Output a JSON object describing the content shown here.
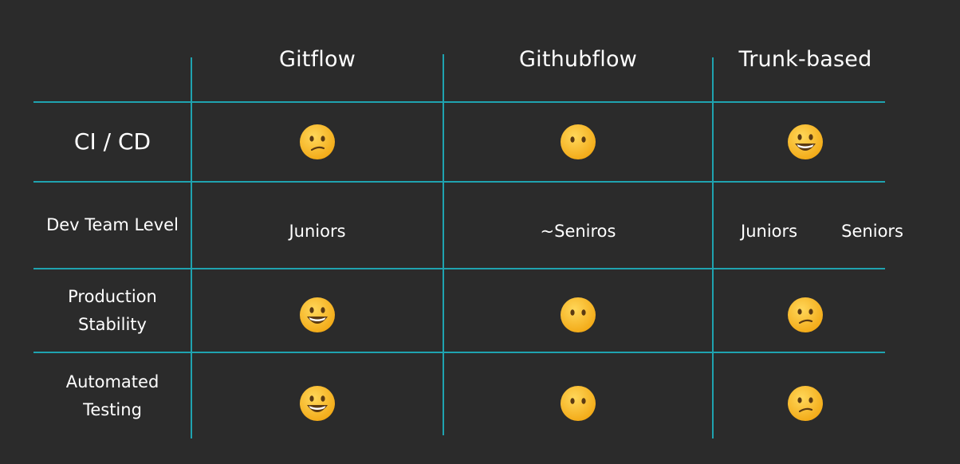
{
  "columns": [
    {
      "label": "Gitflow"
    },
    {
      "label": "Githubflow"
    },
    {
      "label": "Trunk-based"
    }
  ],
  "rows": [
    {
      "label": "CI / CD",
      "cells": [
        {
          "type": "emoji",
          "icon": "confused-face-icon"
        },
        {
          "type": "emoji",
          "icon": "neutral-face-icon"
        },
        {
          "type": "emoji",
          "icon": "grinning-face-icon"
        }
      ]
    },
    {
      "label": "Dev Team Level",
      "cells": [
        {
          "type": "text",
          "text": "Juniors"
        },
        {
          "type": "text",
          "text": "~Seniros"
        },
        {
          "type": "text-pair",
          "texts": [
            "Juniors",
            "Seniors"
          ]
        }
      ]
    },
    {
      "label_lines": [
        "Production",
        "Stability"
      ],
      "cells": [
        {
          "type": "emoji",
          "icon": "grinning-face-icon"
        },
        {
          "type": "emoji",
          "icon": "neutral-face-icon"
        },
        {
          "type": "emoji",
          "icon": "confused-face-icon"
        }
      ]
    },
    {
      "label_lines": [
        "Automated",
        "Testing"
      ],
      "cells": [
        {
          "type": "emoji",
          "icon": "grinning-face-icon"
        },
        {
          "type": "emoji",
          "icon": "neutral-face-icon"
        },
        {
          "type": "emoji",
          "icon": "confused-face-icon"
        }
      ]
    }
  ],
  "colors": {
    "background": "#2b2b2b",
    "grid_line": "#1fa3b0",
    "text": "#ffffff"
  }
}
